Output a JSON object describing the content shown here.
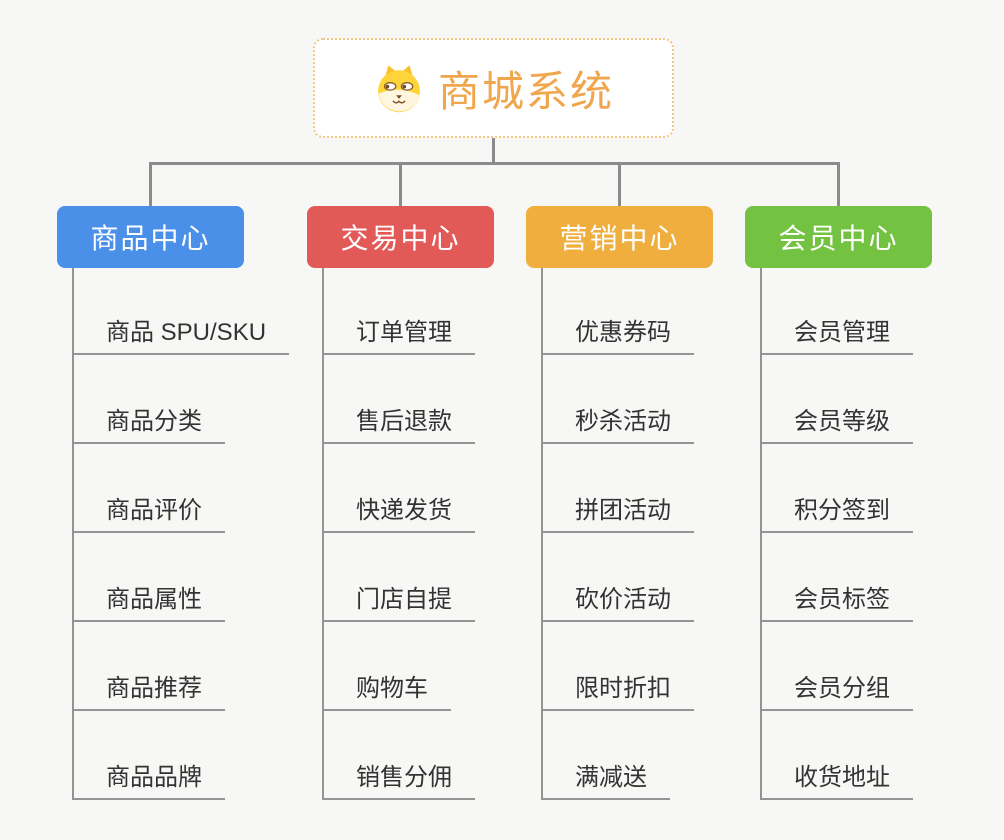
{
  "root": {
    "title": "商城系统",
    "icon": "dog-face-icon"
  },
  "branches": [
    {
      "name": "product-center",
      "label": "商品中心",
      "color": "#4a8fe8",
      "children": [
        "商品 SPU/SKU",
        "商品分类",
        "商品评价",
        "商品属性",
        "商品推荐",
        "商品品牌"
      ]
    },
    {
      "name": "trade-center",
      "label": "交易中心",
      "color": "#e25a58",
      "children": [
        "订单管理",
        "售后退款",
        "快递发货",
        "门店自提",
        "购物车",
        "销售分佣"
      ]
    },
    {
      "name": "marketing-center",
      "label": "营销中心",
      "color": "#efae3e",
      "children": [
        "优惠券码",
        "秒杀活动",
        "拼团活动",
        "砍价活动",
        "限时折扣",
        "满减送"
      ]
    },
    {
      "name": "member-center",
      "label": "会员中心",
      "color": "#74c242",
      "children": [
        "会员管理",
        "会员等级",
        "积分签到",
        "会员标签",
        "会员分组",
        "收货地址"
      ]
    }
  ],
  "colors": {
    "background": "#f7f7f6",
    "connector": "#8b8b8b",
    "leaf_line": "#949494",
    "leaf_text": "#333333",
    "root_title": "#f0a64c",
    "root_border": "#f2c786"
  }
}
